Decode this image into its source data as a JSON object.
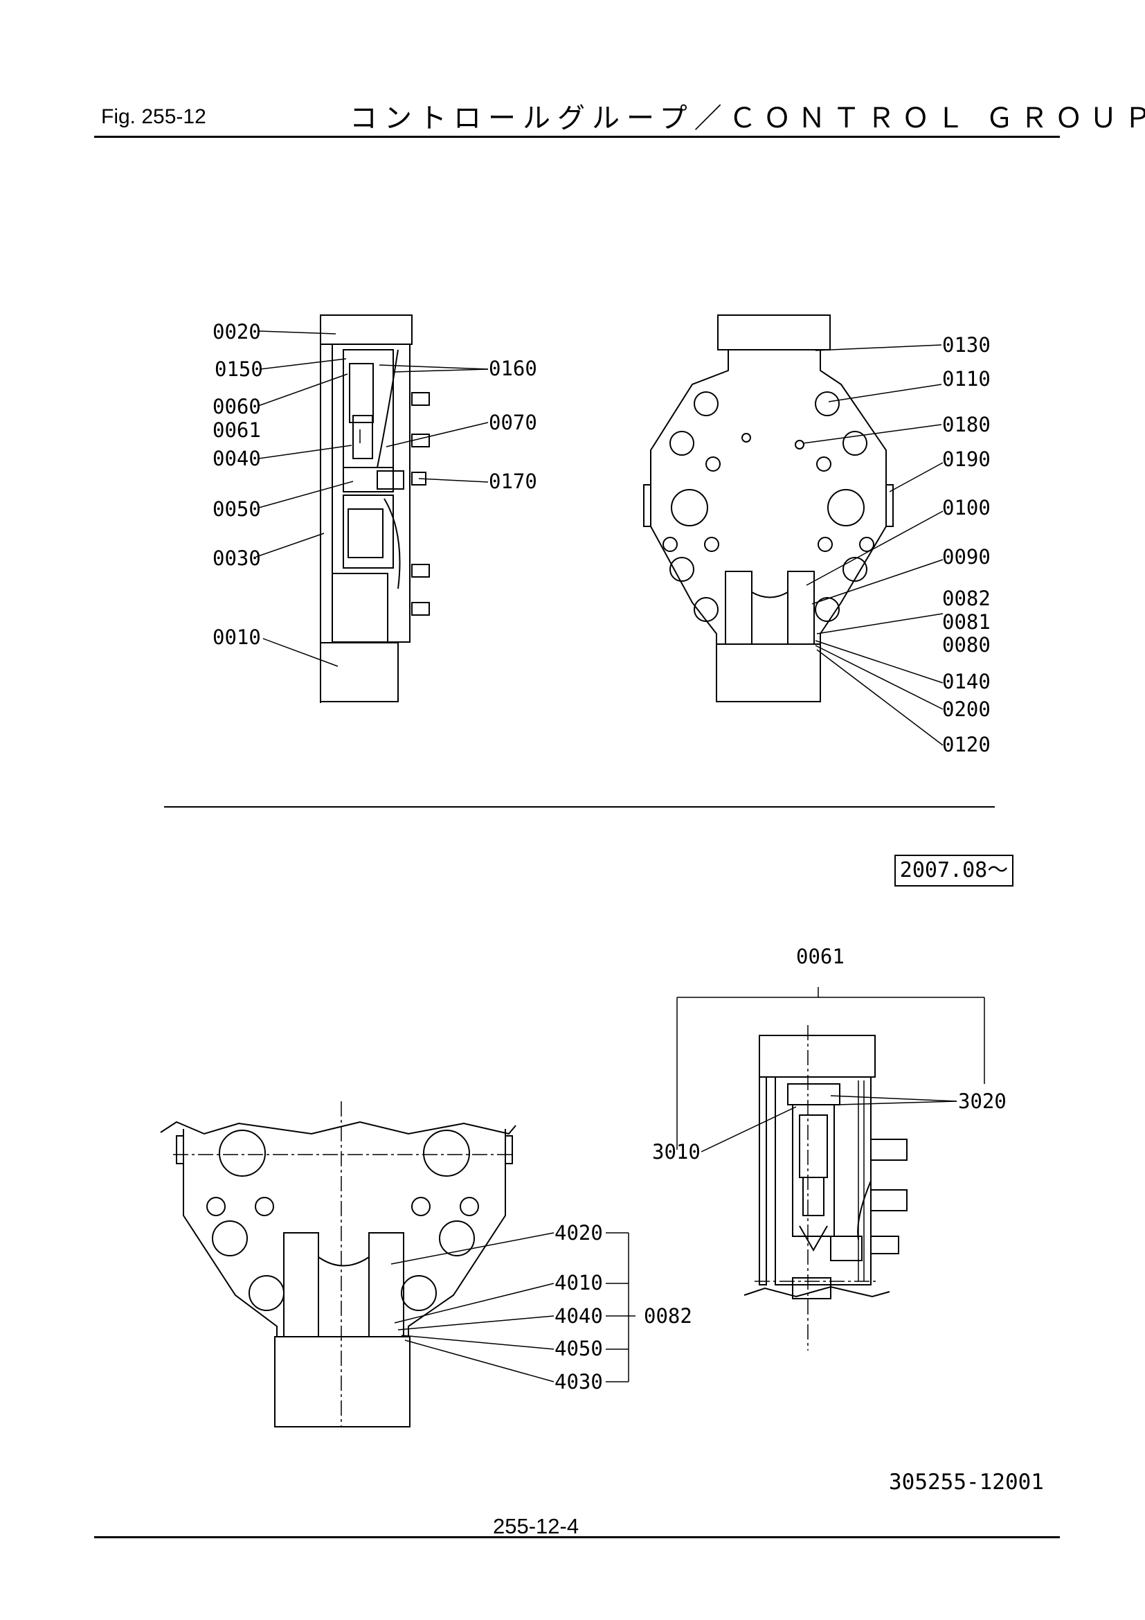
{
  "header": {
    "figure": "Fig.  255-12",
    "title": "コントロールグループ／ＣＯＮＴＲＯＬ ＧＲＯＵＰ"
  },
  "date_range": "2007.08～",
  "drawing_number": "305255-12001",
  "page_number": "255-12-4",
  "side_view_labels": [
    "0020",
    "0150",
    "0060",
    "0061",
    "0040",
    "0050",
    "0030",
    "0010",
    "0160",
    "0070",
    "0170"
  ],
  "front_view_labels": [
    "0130",
    "0110",
    "0180",
    "0190",
    "0100",
    "0090",
    "0082",
    "0081",
    "0080",
    "0140",
    "0200",
    "0120"
  ],
  "detail_0082": {
    "parts": [
      "4020",
      "4010",
      "4040",
      "4050",
      "4030"
    ],
    "group": "0082"
  },
  "detail_0061": {
    "group": "0061",
    "parts": [
      "3010",
      "3020"
    ]
  }
}
